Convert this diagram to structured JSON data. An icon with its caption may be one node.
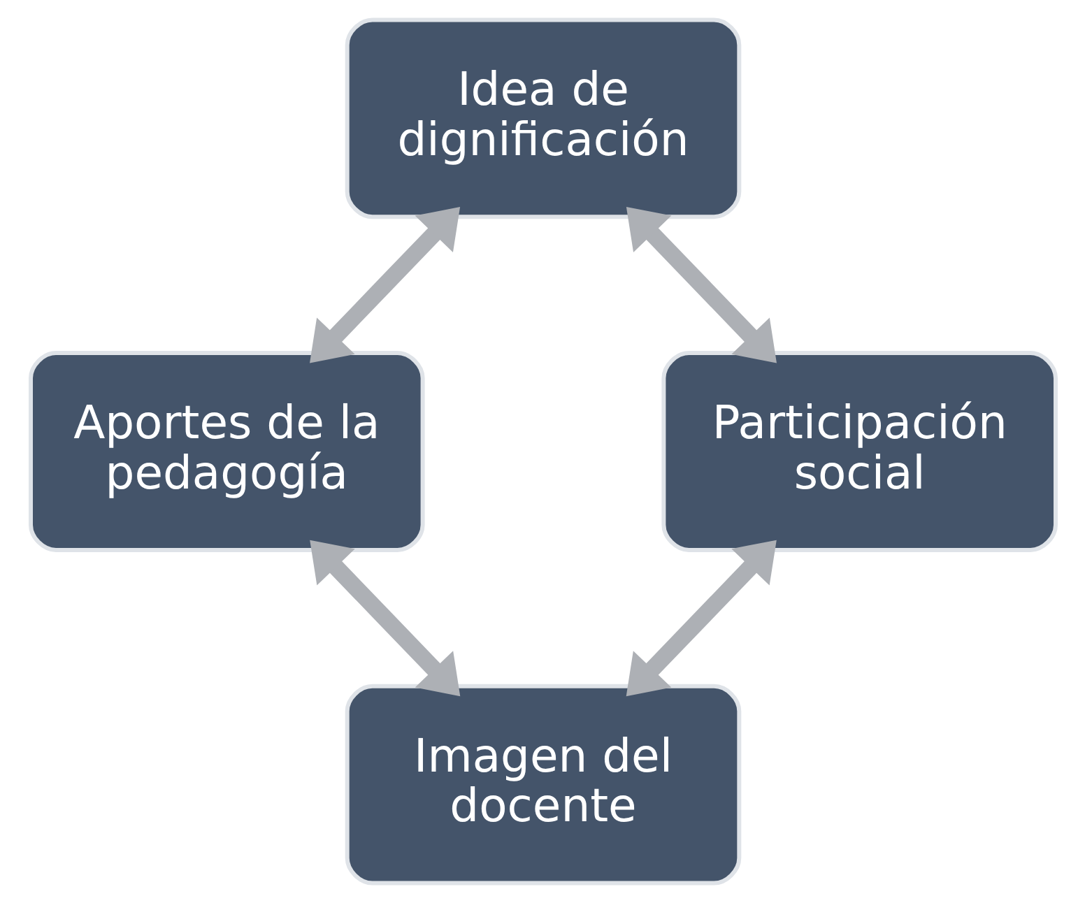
{
  "diagram": {
    "nodes": [
      {
        "text": [
          "Idea de dignificación"
        ]
      },
      {
        "text": [
          "Aportes de la pedagogía"
        ]
      },
      {
        "text": [
          "Participación social"
        ]
      },
      {
        "text": [
          "Imagen del docente"
        ]
      }
    ],
    "edges": [
      {
        "from": 0,
        "to": 1,
        "arrow": "both"
      },
      {
        "from": 0,
        "to": 2,
        "arrow": "both"
      },
      {
        "from": 1,
        "to": 3,
        "arrow": "both"
      },
      {
        "from": 2,
        "to": 3,
        "arrow": "both"
      }
    ]
  }
}
